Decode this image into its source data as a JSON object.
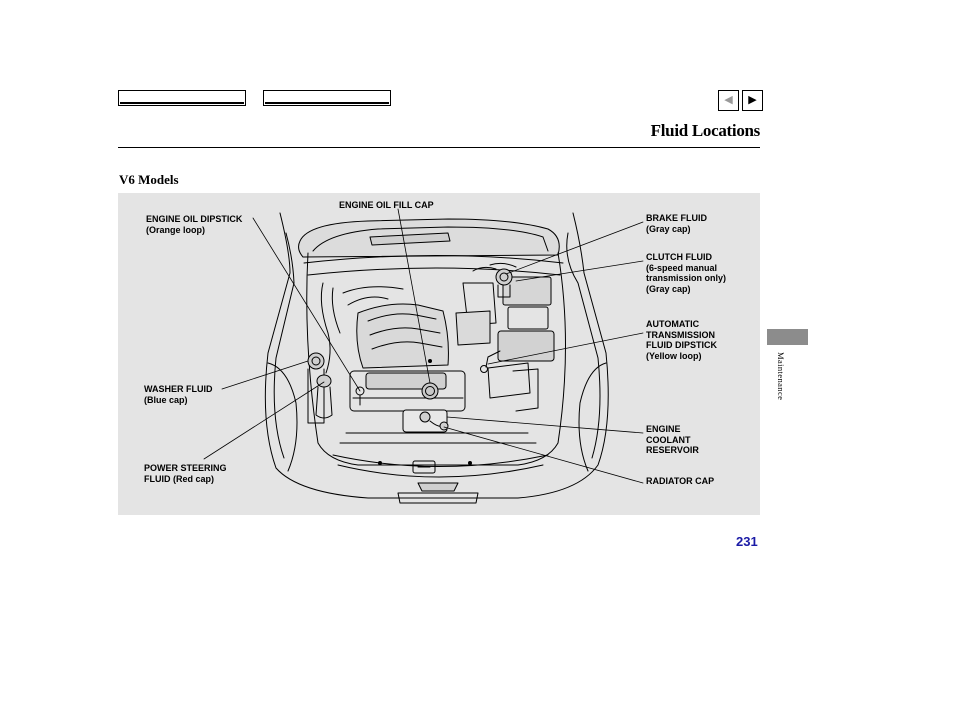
{
  "header": {
    "title": "Fluid Locations",
    "prev_icon": "triangle-left",
    "next_icon": "triangle-right",
    "prev_glyph": "◀",
    "next_glyph": "▶"
  },
  "section": {
    "subtitle": "V6  Models"
  },
  "labels": {
    "oil_dipstick": "ENGINE OIL DIPSTICK",
    "oil_dipstick_note": "(Orange loop)",
    "oil_fill_cap": "ENGINE OIL FILL CAP",
    "brake_fluid": "BRAKE FLUID",
    "brake_fluid_note": "(Gray cap)",
    "clutch_fluid": "CLUTCH FLUID",
    "clutch_fluid_note": "(6-speed manual\ntransmission only)\n(Gray cap)",
    "atf_dipstick": "AUTOMATIC\nTRANSMISSION\nFLUID DIPSTICK",
    "atf_dipstick_note": "(Yellow loop)",
    "washer_fluid": "WASHER FLUID",
    "washer_fluid_note": "(Blue cap)",
    "power_steering": "POWER STEERING\nFLUID (Red cap)",
    "coolant_reservoir": "ENGINE\nCOOLANT\nRESERVOIR",
    "radiator_cap": "RADIATOR CAP"
  },
  "sidebar": {
    "tab_label": "Maintenance",
    "tab_color": "#8c8c8c"
  },
  "footer": {
    "page_number": "231",
    "page_number_color": "#1a1aa6"
  }
}
